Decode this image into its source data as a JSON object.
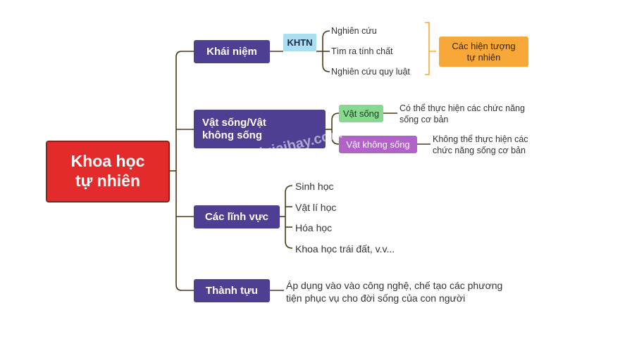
{
  "root": {
    "line1": "Khoa học",
    "line2": "tự nhiên"
  },
  "branches": {
    "concept": {
      "label": "Khái niệm",
      "tag": "KHTN",
      "items": [
        "Nghiên cứu",
        "Tìm ra tính chất",
        "Nghiên cứu quy luật"
      ],
      "result_line1": "Các hiện tượng",
      "result_line2": "tự nhiên"
    },
    "living": {
      "label_line1": "Vật sống/Vật",
      "label_line2": "không sống",
      "living_label": "Vật sống",
      "living_desc_line1": "Có thể thực hiện các chức năng",
      "living_desc_line2": "sống cơ bản",
      "nonliving_label": "Vật không sống",
      "nonliving_desc_line1": "Không thể thực hiện các",
      "nonliving_desc_line2": "chức năng sống cơ bản"
    },
    "fields": {
      "label": "Các lĩnh vực",
      "items": [
        "Sinh học",
        "Vật lí học",
        "Hóa học",
        "Khoa học trái đất, v.v..."
      ]
    },
    "achievements": {
      "label": "Thành tựu",
      "desc_line1": "Áp dụng vào vào công nghệ, chế tạo các phương",
      "desc_line2": "tiện phục vụ cho đời sống của con người"
    }
  },
  "watermark": "loigiaihay.com",
  "colors": {
    "root": "#e32b2b",
    "branch": "#4e3f92",
    "tag": "#a9dff0",
    "living": "#86d98e",
    "nonliving": "#b163c8",
    "result": "#f7a838",
    "connector": "#4a3a1a",
    "bracket": "#f7a838"
  }
}
